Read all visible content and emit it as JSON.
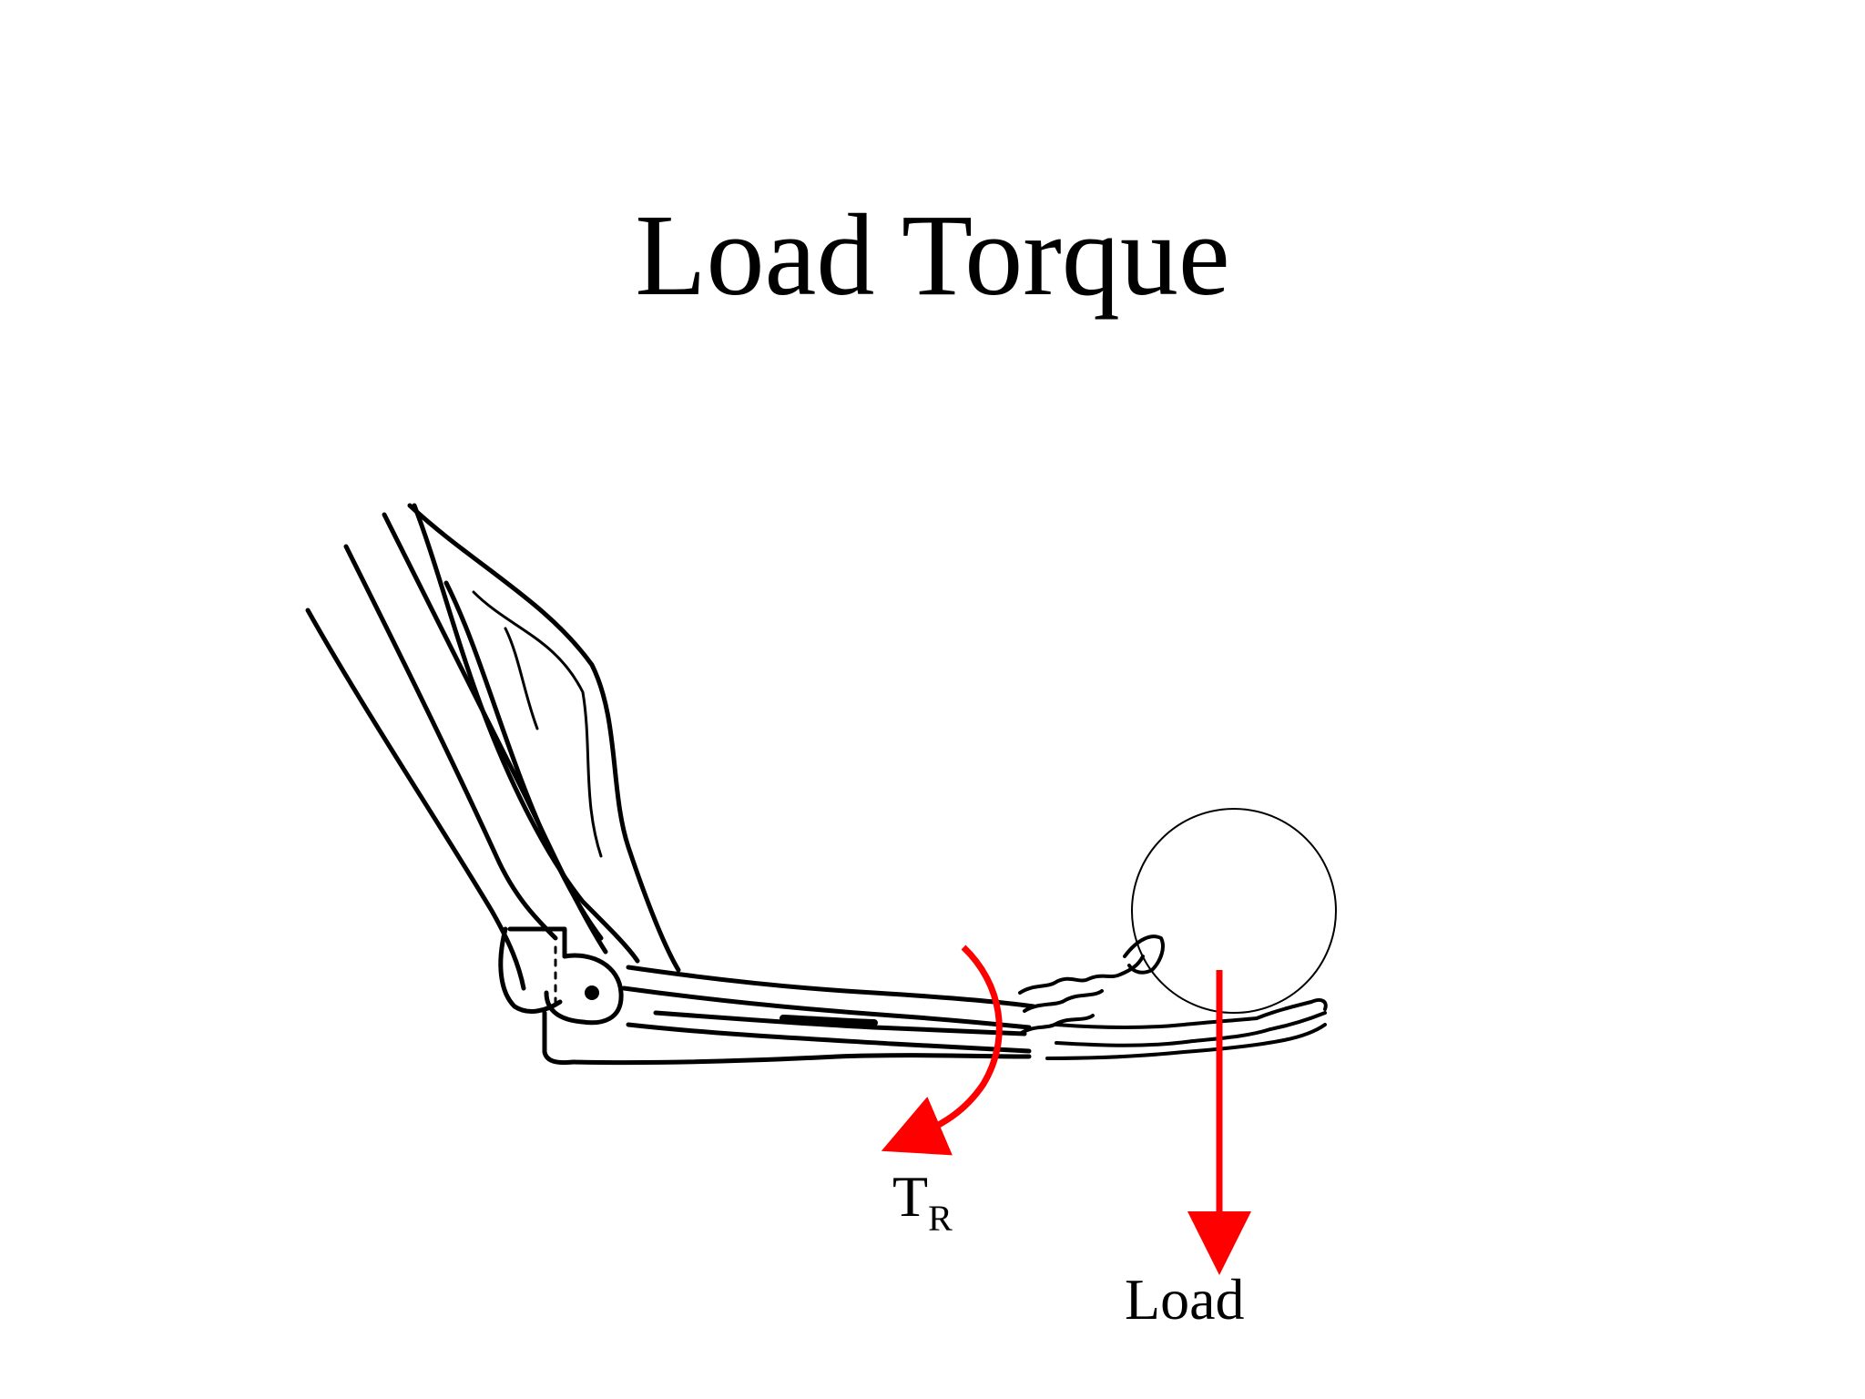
{
  "slide": {
    "title": "Load Torque"
  },
  "labels": {
    "torque_main": "T",
    "torque_subscript": "R",
    "load": "Load"
  },
  "colors": {
    "arrow": "#ff0000",
    "line": "#000000",
    "background": "#ffffff"
  }
}
